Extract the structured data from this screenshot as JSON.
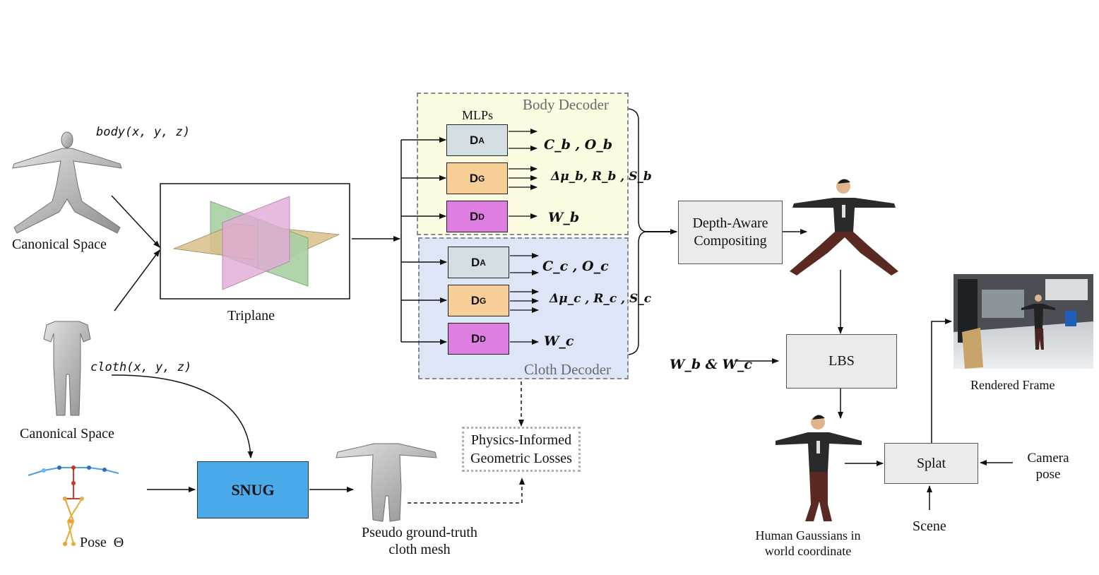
{
  "labels": {
    "body_func": "body(x, y, z)",
    "canonical_space_body": "Canonical Space",
    "cloth_func": "cloth(x, y, z)",
    "canonical_space_cloth": "Canonical Space",
    "pose": "Pose  Θ",
    "triplane": "Triplane",
    "snug": "SNUG",
    "pseudo_gt": "Pseudo ground-truth\ncloth mesh",
    "physics_losses": "Physics-Informed\nGeometric Losses",
    "mlps": "MLPs",
    "depth_aware": "Depth-Aware\nCompositing",
    "lbs": "LBS",
    "wb_wc": "W_b & W_c",
    "human_gaussians": "Human Gaussians in\nworld coordinate",
    "splat": "Splat",
    "scene": "Scene",
    "camera_pose": "Camera\npose",
    "rendered_frame": "Rendered Frame"
  },
  "body_decoder": {
    "title": "Body Decoder",
    "mlps": [
      {
        "name": "D",
        "sub": "A",
        "output": "C_b , O_b"
      },
      {
        "name": "D",
        "sub": "G",
        "output": "Δμ_b, R_b , S_b"
      },
      {
        "name": "D",
        "sub": "D",
        "output": "W_b"
      }
    ]
  },
  "cloth_decoder": {
    "title": "Cloth Decoder",
    "mlps": [
      {
        "name": "D",
        "sub": "A",
        "output": "C_c , O_c"
      },
      {
        "name": "D",
        "sub": "G",
        "output": "Δμ_c , R_c , S_c"
      },
      {
        "name": "D",
        "sub": "D",
        "output": "W_c"
      }
    ]
  },
  "colors": {
    "body_decoder_bg": "#fbfbe2",
    "cloth_decoder_bg": "#dde6f6",
    "da_mlp": "#d3dee3",
    "dg_mlp": "#f7cf96",
    "dd_mlp": "#de7ee0",
    "snug": "#4aa9e8",
    "plane_green": "#a9cfa4",
    "plane_pink": "#e1aad6",
    "plane_tan": "#d8c08a"
  },
  "icons": [
    "body-mesh-icon",
    "cloth-mesh-icon",
    "pose-skeleton-icon",
    "triplane-icon",
    "avatar-composited-icon",
    "avatar-world-icon",
    "rendered-frame-icon",
    "pseudo-cloth-mesh-icon"
  ]
}
